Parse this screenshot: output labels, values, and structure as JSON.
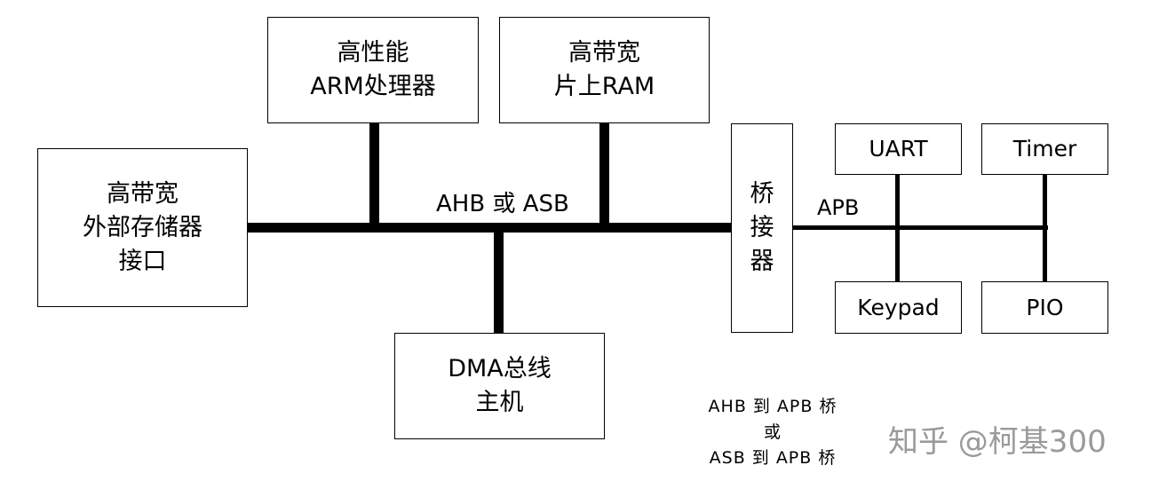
{
  "blocks": {
    "arm_processor": "高性能\nARM处理器",
    "onchip_ram": "高带宽\n片上RAM",
    "external_memory": "高带宽\n外部存储器\n接口",
    "dma_master": "DMA总线\n主机",
    "bridge": "桥\n接\n器",
    "uart": "UART",
    "timer": "Timer",
    "keypad": "Keypad",
    "pio": "PIO"
  },
  "buses": {
    "system_bus": "AHB 或  ASB",
    "peripheral_bus": "APB"
  },
  "note": {
    "line1": "AHB 到  APB 桥",
    "line2": "或",
    "line3": "ASB 到  APB 桥"
  },
  "watermark": "知乎 @柯基300"
}
